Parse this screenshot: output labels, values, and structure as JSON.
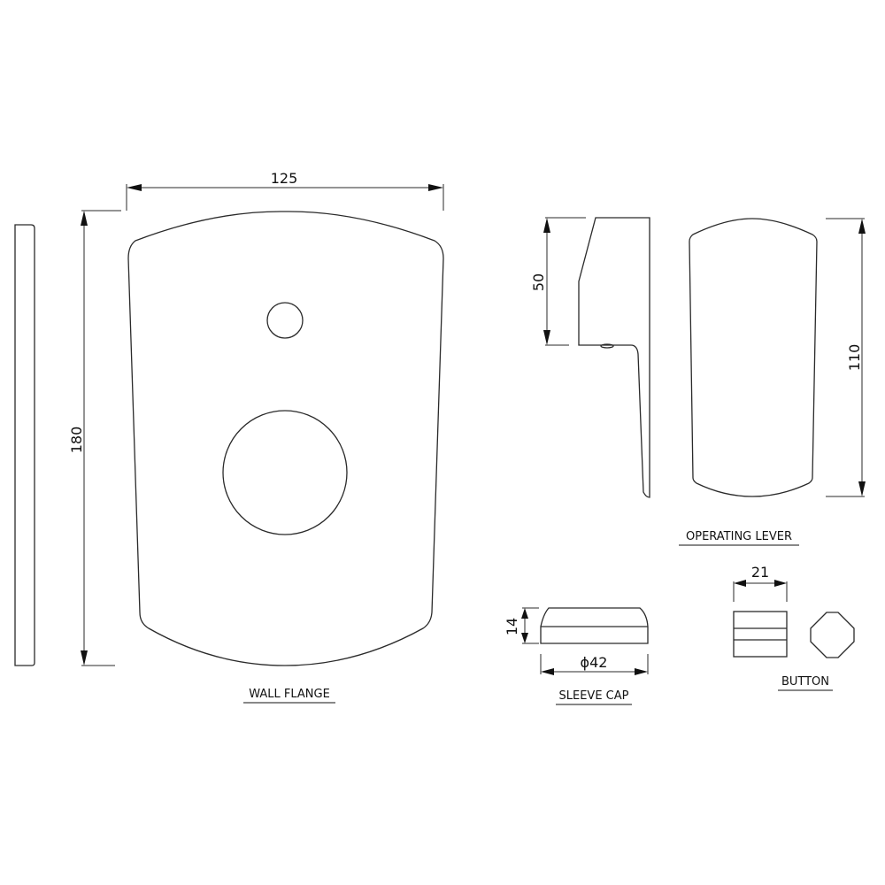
{
  "drawing": {
    "colors": {
      "line": "#2a2a2a",
      "text": "#111111",
      "background": "#ffffff"
    },
    "parts": {
      "wall_flange": {
        "label": "WALL FLANGE",
        "width_dim": "125",
        "height_dim": "180"
      },
      "operating_lever": {
        "label": "OPERATING LEVER",
        "side_height_dim": "50",
        "front_height_dim": "110"
      },
      "sleeve_cap": {
        "label": "SLEEVE CAP",
        "height_dim": "14",
        "diameter_dim": "ϕ42"
      },
      "button": {
        "label": "BUTTON",
        "width_dim": "21"
      }
    }
  }
}
